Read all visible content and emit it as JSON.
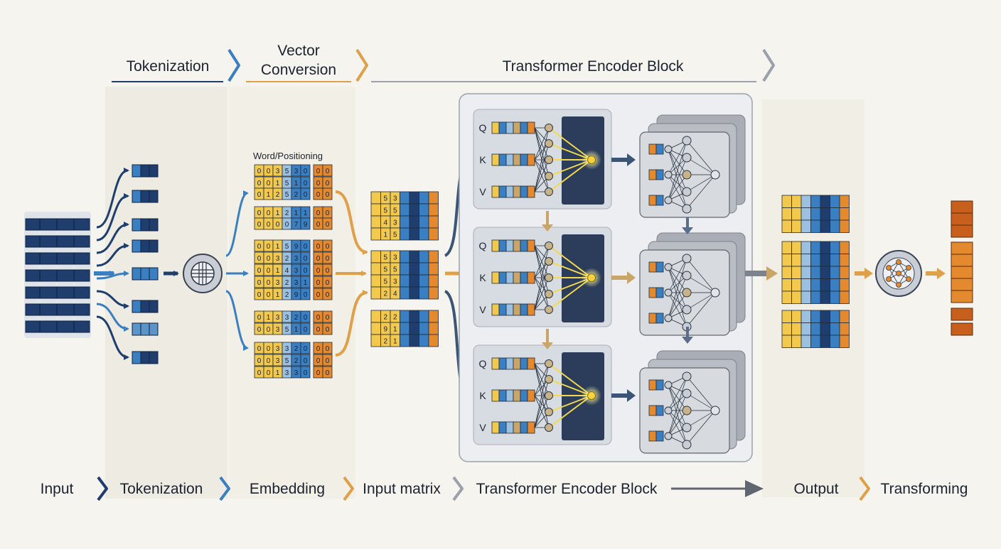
{
  "header": {
    "stage1": "Tokenization",
    "stage2_line1": "Vector",
    "stage2_line2": "Conversion",
    "stage3": "Transformer Encoder Block"
  },
  "embedding": {
    "label": "Word/Positioning",
    "rows": [
      [
        "0",
        "0",
        "3",
        "5",
        "3",
        "0",
        "0",
        "0"
      ],
      [
        "0",
        "0",
        "1",
        "5",
        "1",
        "0",
        "0",
        "0"
      ],
      [
        "0",
        "1",
        "2",
        "5",
        "2",
        "0",
        "0",
        "0"
      ],
      [
        "0",
        "0",
        "1",
        "2",
        "1",
        "1",
        "0",
        "0"
      ],
      [
        "0",
        "0",
        "0",
        "0",
        "7",
        "9",
        "0",
        "0"
      ],
      [
        "0",
        "0",
        "1",
        "5",
        "9",
        "0",
        "0",
        "0"
      ],
      [
        "0",
        "0",
        "3",
        "2",
        "3",
        "0",
        "0",
        "0"
      ],
      [
        "0",
        "0",
        "1",
        "4",
        "3",
        "0",
        "0",
        "0"
      ],
      [
        "0",
        "0",
        "3",
        "2",
        "3",
        "1",
        "0",
        "0"
      ],
      [
        "0",
        "0",
        "1",
        "2",
        "9",
        "0",
        "0",
        "0"
      ],
      [
        "0",
        "1",
        "3",
        "3",
        "2",
        "0",
        "0",
        "0"
      ],
      [
        "0",
        "0",
        "3",
        "5",
        "1",
        "0",
        "0",
        "0"
      ],
      [
        "0",
        "0",
        "3",
        "3",
        "2",
        "0",
        "0",
        "0"
      ],
      [
        "0",
        "0",
        "3",
        "5",
        "2",
        "0",
        "0",
        "0"
      ],
      [
        "0",
        "0",
        "1",
        "3",
        "3",
        "0",
        "0",
        "0"
      ]
    ]
  },
  "input_matrix": {
    "rows": [
      [
        "5",
        "3"
      ],
      [
        "5",
        "5"
      ],
      [
        "4",
        "3"
      ],
      [
        "1",
        "5"
      ],
      [
        "5",
        "3"
      ],
      [
        "5",
        "5"
      ],
      [
        "5",
        "3"
      ],
      [
        "2",
        "4"
      ],
      [
        "2",
        "2"
      ],
      [
        "9",
        "1"
      ],
      [
        "2",
        "1"
      ]
    ]
  },
  "qkv_labels": [
    "Q",
    "K",
    "V"
  ],
  "footer": {
    "items": [
      "Input",
      "Tokenization",
      "Embedding",
      "Input matrix",
      "Transformer Encoder Block",
      "Output",
      "Transforming"
    ]
  },
  "colors": {
    "navy": "#1f3e6e",
    "blue": "#3a7fc1",
    "light_blue": "#9cc0e0",
    "yellow": "#f2c94c",
    "orange": "#e5892e",
    "dark_orange": "#c85f1d",
    "gray_chevron": "#9aa1aa",
    "dark_panel": "#2b3d5a"
  }
}
